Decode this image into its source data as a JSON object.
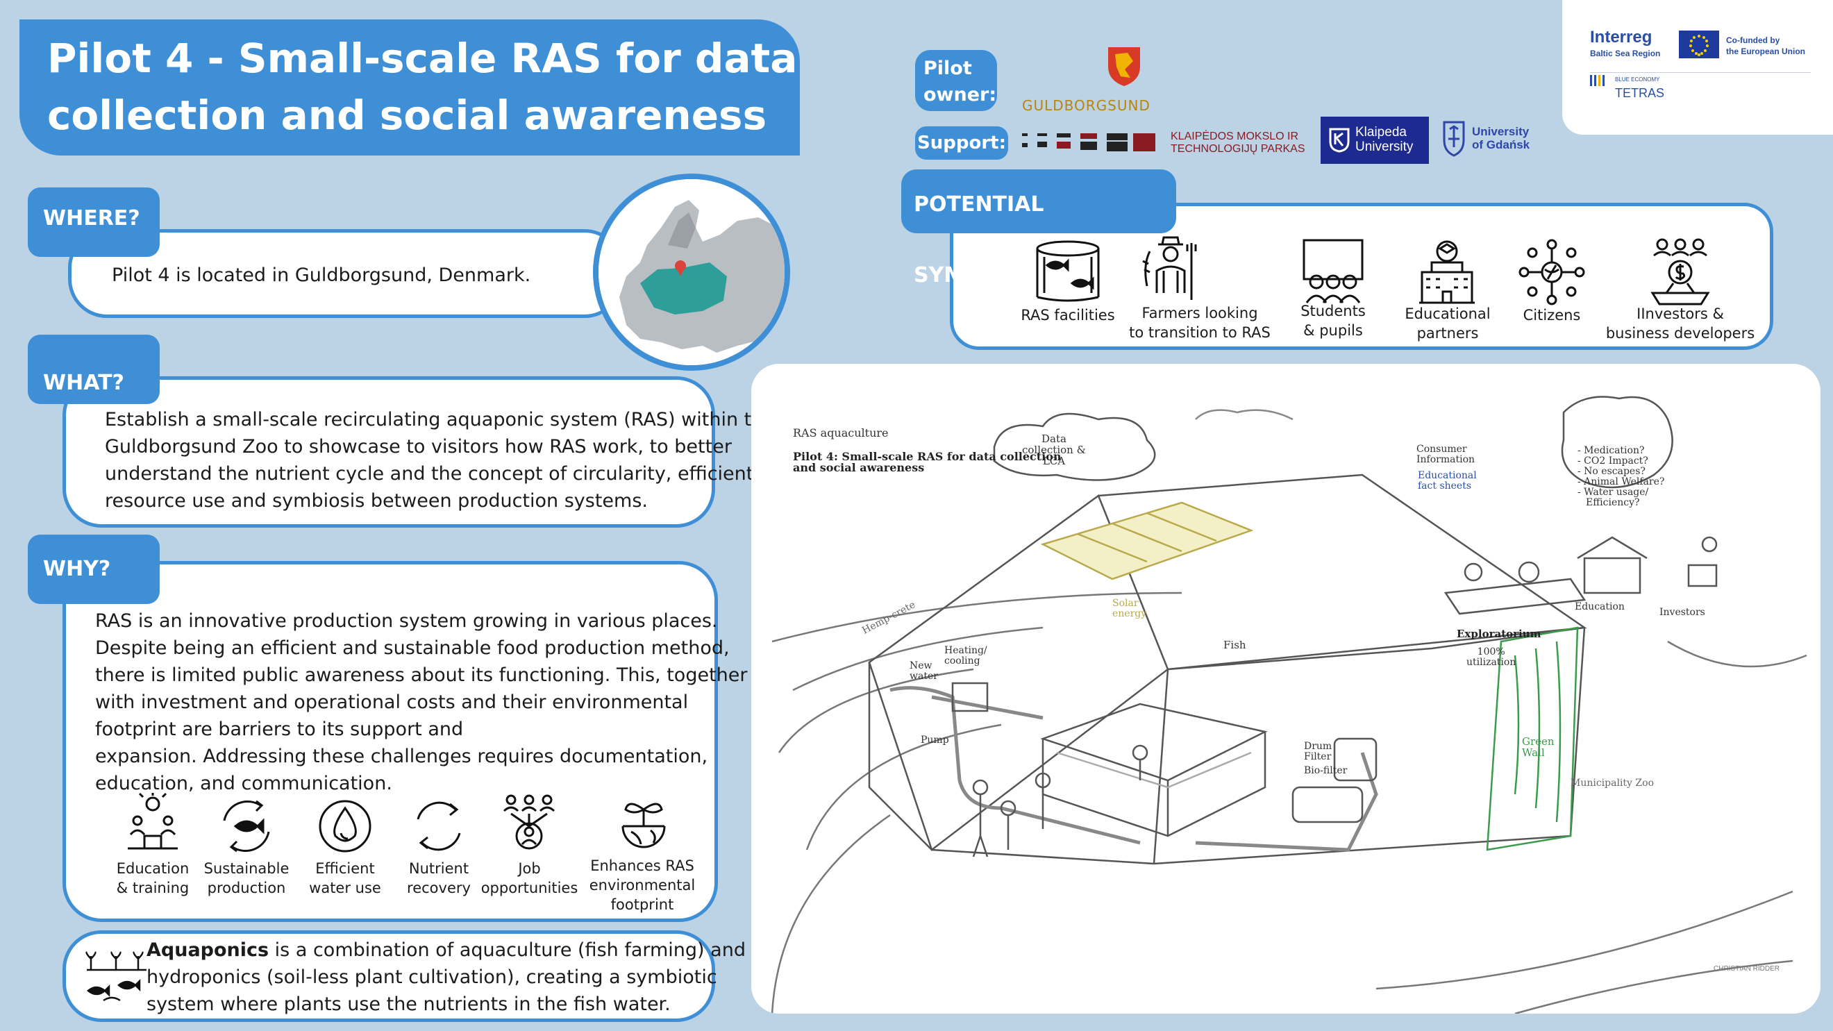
{
  "title": {
    "line1": "Pilot 4 - Small-scale RAS for data",
    "line2": "collection and social awareness"
  },
  "where": {
    "label": "WHERE?",
    "text": "Pilot 4 is located in Guldborgsund, Denmark."
  },
  "what": {
    "label": "WHAT?",
    "lines": [
      "Establish a small-scale recirculating aquaponic system (RAS) within the",
      "Guldborgsund Zoo to showcase to visitors how RAS work, to better",
      "understand the nutrient cycle and the concept of circularity, efficient",
      "resource use and symbiosis between production systems."
    ]
  },
  "why": {
    "label": "WHY?",
    "lines": [
      "RAS is an innovative production system growing in various places.",
      "Despite being an efficient and sustainable food production method,",
      "there is limited public awareness about its functioning. This, together",
      "with investment and operational costs and their environmental",
      "footprint are barriers to its support and",
      "expansion. Addressing these challenges requires documentation,",
      "education, and communication."
    ],
    "benefits": [
      {
        "icon": "education-icon",
        "l1": "Education",
        "l2": "& training",
        "l3": ""
      },
      {
        "icon": "recycle-fish-icon",
        "l1": "Sustainable",
        "l2": "production",
        "l3": ""
      },
      {
        "icon": "water-drop-icon",
        "l1": "Efficient",
        "l2": "water use",
        "l3": ""
      },
      {
        "icon": "cycle-arrows-icon",
        "l1": "Nutrient",
        "l2": "recovery",
        "l3": ""
      },
      {
        "icon": "people-network-icon",
        "l1": "Job",
        "l2": "opportunities",
        "l3": ""
      },
      {
        "icon": "sprout-globe-icon",
        "l1": "Enhances RAS",
        "l2": "environmental",
        "l3": "footprint"
      }
    ]
  },
  "aquaponics": {
    "term": "Aquaponics",
    "line1_rest": " is a combination of aquaculture (fish farming) and",
    "line2": "hydroponics (soil-less plant cultivation), creating a symbiotic",
    "line3": "system where plants use the nutrients in the fish water."
  },
  "owner": {
    "label_line1": "Pilot",
    "label_line2": "owner:",
    "name": "GULDBORGSUND"
  },
  "support": {
    "label": "Support:",
    "partners": [
      {
        "name_line1": "KLAIPĖDOS MOKSLO IR",
        "name_line2": "TECHNOLOGIJŲ PARKAS"
      },
      {
        "name_line1": "Klaipeda",
        "name_line2": "University"
      },
      {
        "name_line1": "University",
        "name_line2": "of Gdańsk"
      }
    ]
  },
  "logos": {
    "interreg_line1": "Interreg",
    "interreg_line2": "Baltic Sea Region",
    "eu_line1": "Co-funded by",
    "eu_line2": "the European Union",
    "blue_economy": "BLUE ECONOMY",
    "tetras": "TETRAS"
  },
  "symbioses": {
    "label": "POTENTIAL SYMBIOSES",
    "items": [
      {
        "icon": "fish-tank-icon",
        "l1": "RAS facilities",
        "l2": ""
      },
      {
        "icon": "farmer-icon",
        "l1": "Farmers looking",
        "l2": "to transition to RAS"
      },
      {
        "icon": "students-icon",
        "l1": "Students",
        "l2": "& pupils"
      },
      {
        "icon": "school-building-icon",
        "l1": "Educational",
        "l2": "partners"
      },
      {
        "icon": "citizens-network-icon",
        "l1": "Citizens",
        "l2": ""
      },
      {
        "icon": "investors-icon",
        "l1": "IInvestors &",
        "l2": "business developers"
      }
    ]
  },
  "sketch": {
    "header1": "RAS aquaculture",
    "header2": "Pilot 4: Small-scale RAS for data collection",
    "header3": "and social awareness",
    "labels": {
      "data": "Data",
      "collection": "collection &",
      "lca": "LCA",
      "consumer": "Consumer",
      "information": "Information",
      "edu_fact1": "Educational",
      "edu_fact2": "fact sheets",
      "q1": "- Medication?",
      "q2": "- CO2 Impact?",
      "q3": "- No escapes?",
      "q4": "- Animal Welfare?",
      "q5": "- Water usage/",
      "q6": "Efficiency?",
      "solar1": "Solar",
      "solar2": "energy",
      "hempcrete": "Hemp-crete",
      "heating1": "Heating/",
      "heating2": "cooling",
      "new1": "New",
      "new2": "water",
      "fish": "Fish",
      "pump": "Pump",
      "drum1": "Drum",
      "drum2": "Filter",
      "biofilter": "Bio-filter",
      "exploratorium": "Exploratorium",
      "util1": "100%",
      "util2": "utilization",
      "green1": "Green",
      "green2": "Wall",
      "education": "Education",
      "investors": "Investors",
      "zoo": "Municipality Zoo",
      "artist": "CHRISTIAN RIDDER"
    }
  },
  "colors": {
    "accent": "#3f8fd6",
    "background": "#bcd3e6",
    "map_highlight": "#2e9e9a"
  }
}
